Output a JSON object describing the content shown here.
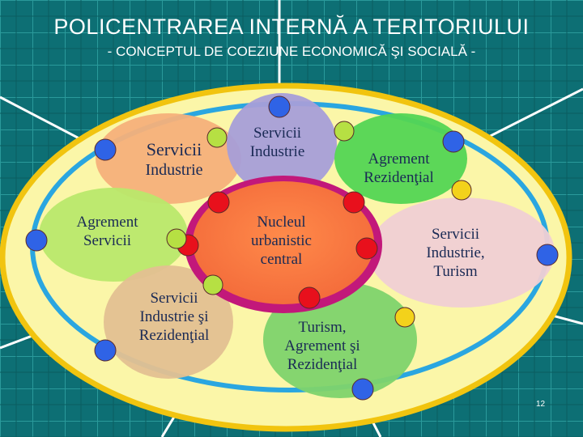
{
  "slide": {
    "title": "POLICENTRAREA INTERNĂ A TERITORIULUI",
    "subtitle": "- CONCEPTUL DE COEZIUNE ECONOMICĂ ŞI SOCIALĂ -",
    "page_number": "12"
  },
  "colors": {
    "background": "#0d6f74",
    "outer_ellipse_fill": "#fbf6a8",
    "outer_ellipse_border": "#f1c40f",
    "inner_ring": "#2aa6e0",
    "node_blue": "#2f63e6",
    "node_red": "#e8101c",
    "node_green": "#b6e043",
    "node_yellow": "#f3d21b"
  },
  "labels": {
    "top_left": [
      "Servicii",
      "Industrie"
    ],
    "top_center": [
      "Servicii",
      "Industrie"
    ],
    "top_right": [
      "Agrement",
      "Rezidenţial"
    ],
    "left": [
      "Agrement",
      "Servicii"
    ],
    "center": [
      "Nucleul",
      "urbanistic",
      "central"
    ],
    "right": [
      "Servicii",
      "Industrie,",
      "Turism"
    ],
    "bottom_left": [
      "Servicii",
      "Industrie şi",
      "Rezidenţial"
    ],
    "bottom_right": [
      "Turism,",
      "Agrement şi",
      "Rezidenţial"
    ]
  }
}
